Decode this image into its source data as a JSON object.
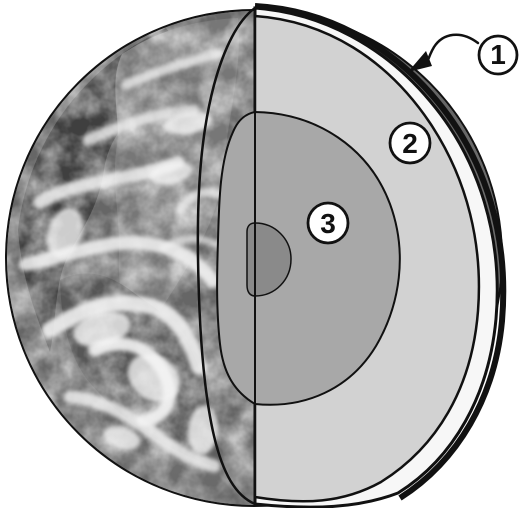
{
  "diagram": {
    "markers": [
      {
        "id": "1",
        "label": "1"
      },
      {
        "id": "2",
        "label": "2"
      },
      {
        "id": "3",
        "label": "3"
      }
    ]
  },
  "colors": {
    "outline": "#111111",
    "crust": "#f4f4f4",
    "mantle": "#d2d2d2",
    "outer_core": "#a8a8a8",
    "inner_core": "#8a8a8a",
    "earth_surface_dark": "#4b4b4b",
    "earth_surface_light": "#e6e6e6"
  },
  "icons": {
    "earth": "earth-cutaway-icon",
    "arrow": "pointer-arrow-icon"
  }
}
